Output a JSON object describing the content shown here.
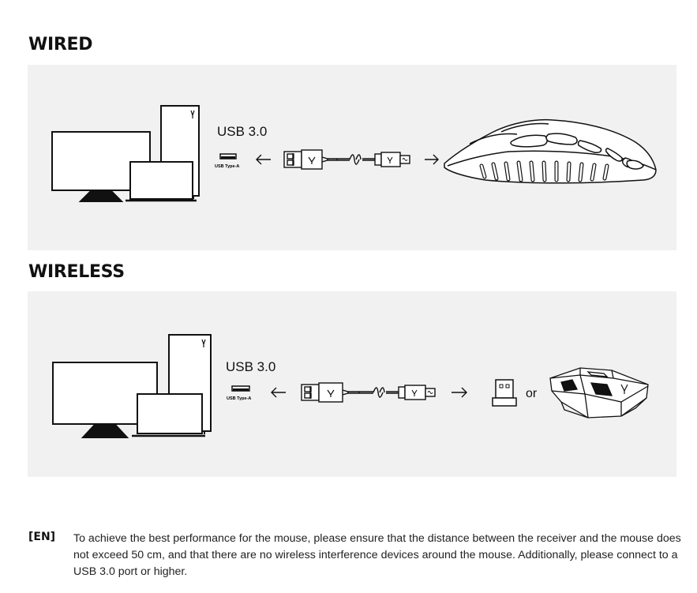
{
  "wired": {
    "title": "WIRED",
    "usb_label": "USB 3.0",
    "port_label": "USB Type-A"
  },
  "wireless": {
    "title": "WIRELESS",
    "usb_label": "USB 3.0",
    "port_label": "USB Type-A",
    "or_label": "or"
  },
  "note": {
    "lang": "[EN]",
    "text": "To achieve the best performance for the mouse, please ensure that the distance between the receiver and the mouse does not exceed 50 cm, and that there are no wireless interference devices around the mouse. Additionally, please connect to a USB 3.0 port or higher."
  },
  "icons": [
    "monitor-icon",
    "tower-pc-icon",
    "laptop-icon",
    "usb-port-icon",
    "usb-cable-icon",
    "gaming-mouse-icon",
    "usb-receiver-icon",
    "charging-dock-icon",
    "arrow-left-icon",
    "arrow-right-icon"
  ]
}
